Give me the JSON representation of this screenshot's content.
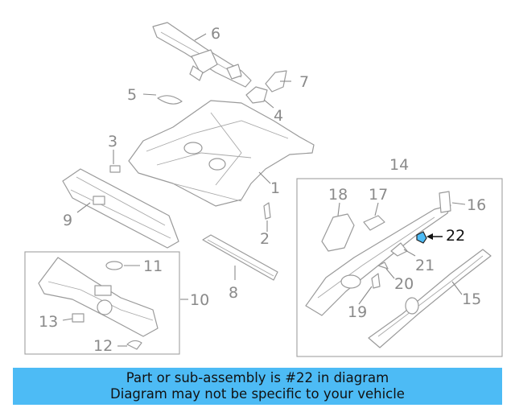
{
  "diagram": {
    "highlighted_part": "22",
    "callouts": [
      {
        "id": "c1",
        "label": "1"
      },
      {
        "id": "c2",
        "label": "2"
      },
      {
        "id": "c3",
        "label": "3"
      },
      {
        "id": "c4",
        "label": "4"
      },
      {
        "id": "c5",
        "label": "5"
      },
      {
        "id": "c6",
        "label": "6"
      },
      {
        "id": "c7",
        "label": "7"
      },
      {
        "id": "c8",
        "label": "8"
      },
      {
        "id": "c9",
        "label": "9"
      },
      {
        "id": "c10",
        "label": "10"
      },
      {
        "id": "c11",
        "label": "11"
      },
      {
        "id": "c12",
        "label": "12"
      },
      {
        "id": "c13",
        "label": "13"
      },
      {
        "id": "c14",
        "label": "14"
      },
      {
        "id": "c15",
        "label": "15"
      },
      {
        "id": "c16",
        "label": "16"
      },
      {
        "id": "c17",
        "label": "17"
      },
      {
        "id": "c18",
        "label": "18"
      },
      {
        "id": "c19",
        "label": "19"
      },
      {
        "id": "c20",
        "label": "20"
      },
      {
        "id": "c21",
        "label": "21"
      },
      {
        "id": "c22",
        "label": "22"
      }
    ],
    "colors": {
      "line": "#9a9a9a",
      "highlight": "#4dbbf5",
      "banner": "#4dbbf5",
      "text": "#111111"
    }
  },
  "banner": {
    "line1": "Part or sub-assembly is #22 in diagram",
    "line2": "Diagram may not be specific to your vehicle"
  }
}
